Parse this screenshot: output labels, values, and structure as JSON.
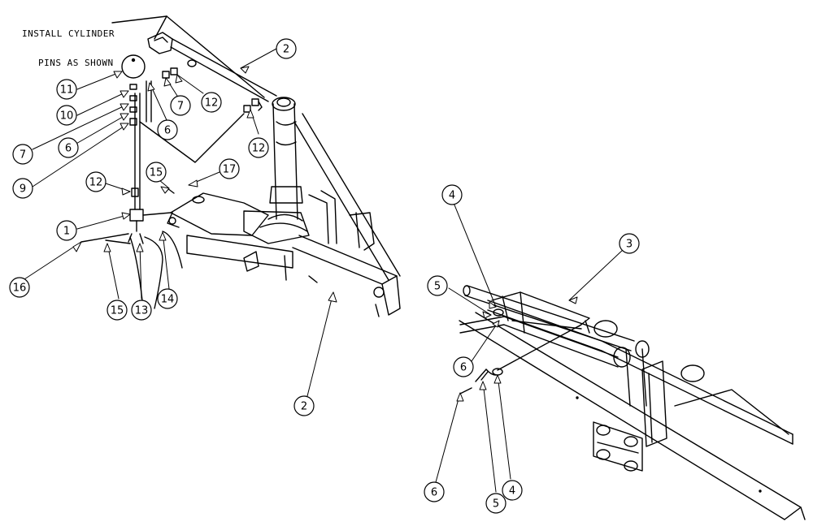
{
  "note": {
    "line1": "INSTALL CYLINDER",
    "line2": "PINS AS SHOWN"
  },
  "callouts": [
    {
      "id": "c-2-top",
      "label": "2"
    },
    {
      "id": "c-11",
      "label": "11"
    },
    {
      "id": "c-10",
      "label": "10"
    },
    {
      "id": "c-7-left",
      "label": "7"
    },
    {
      "id": "c-6-left",
      "label": "6"
    },
    {
      "id": "c-9",
      "label": "9"
    },
    {
      "id": "c-6-mid",
      "label": "6"
    },
    {
      "id": "c-7-mid",
      "label": "7"
    },
    {
      "id": "c-12-top",
      "label": "12"
    },
    {
      "id": "c-12-mid",
      "label": "12"
    },
    {
      "id": "c-12-left",
      "label": "12"
    },
    {
      "id": "c-15-top",
      "label": "15"
    },
    {
      "id": "c-17",
      "label": "17"
    },
    {
      "id": "c-1",
      "label": "1"
    },
    {
      "id": "c-16",
      "label": "16"
    },
    {
      "id": "c-15-bot",
      "label": "15"
    },
    {
      "id": "c-13",
      "label": "13"
    },
    {
      "id": "c-14",
      "label": "14"
    },
    {
      "id": "c-2-bot",
      "label": "2"
    },
    {
      "id": "c-4-top",
      "label": "4"
    },
    {
      "id": "c-3",
      "label": "3"
    },
    {
      "id": "c-5-top",
      "label": "5"
    },
    {
      "id": "c-6-right",
      "label": "6"
    },
    {
      "id": "c-6-bot",
      "label": "6"
    },
    {
      "id": "c-5-bot",
      "label": "5"
    },
    {
      "id": "c-4-bot",
      "label": "4"
    }
  ]
}
